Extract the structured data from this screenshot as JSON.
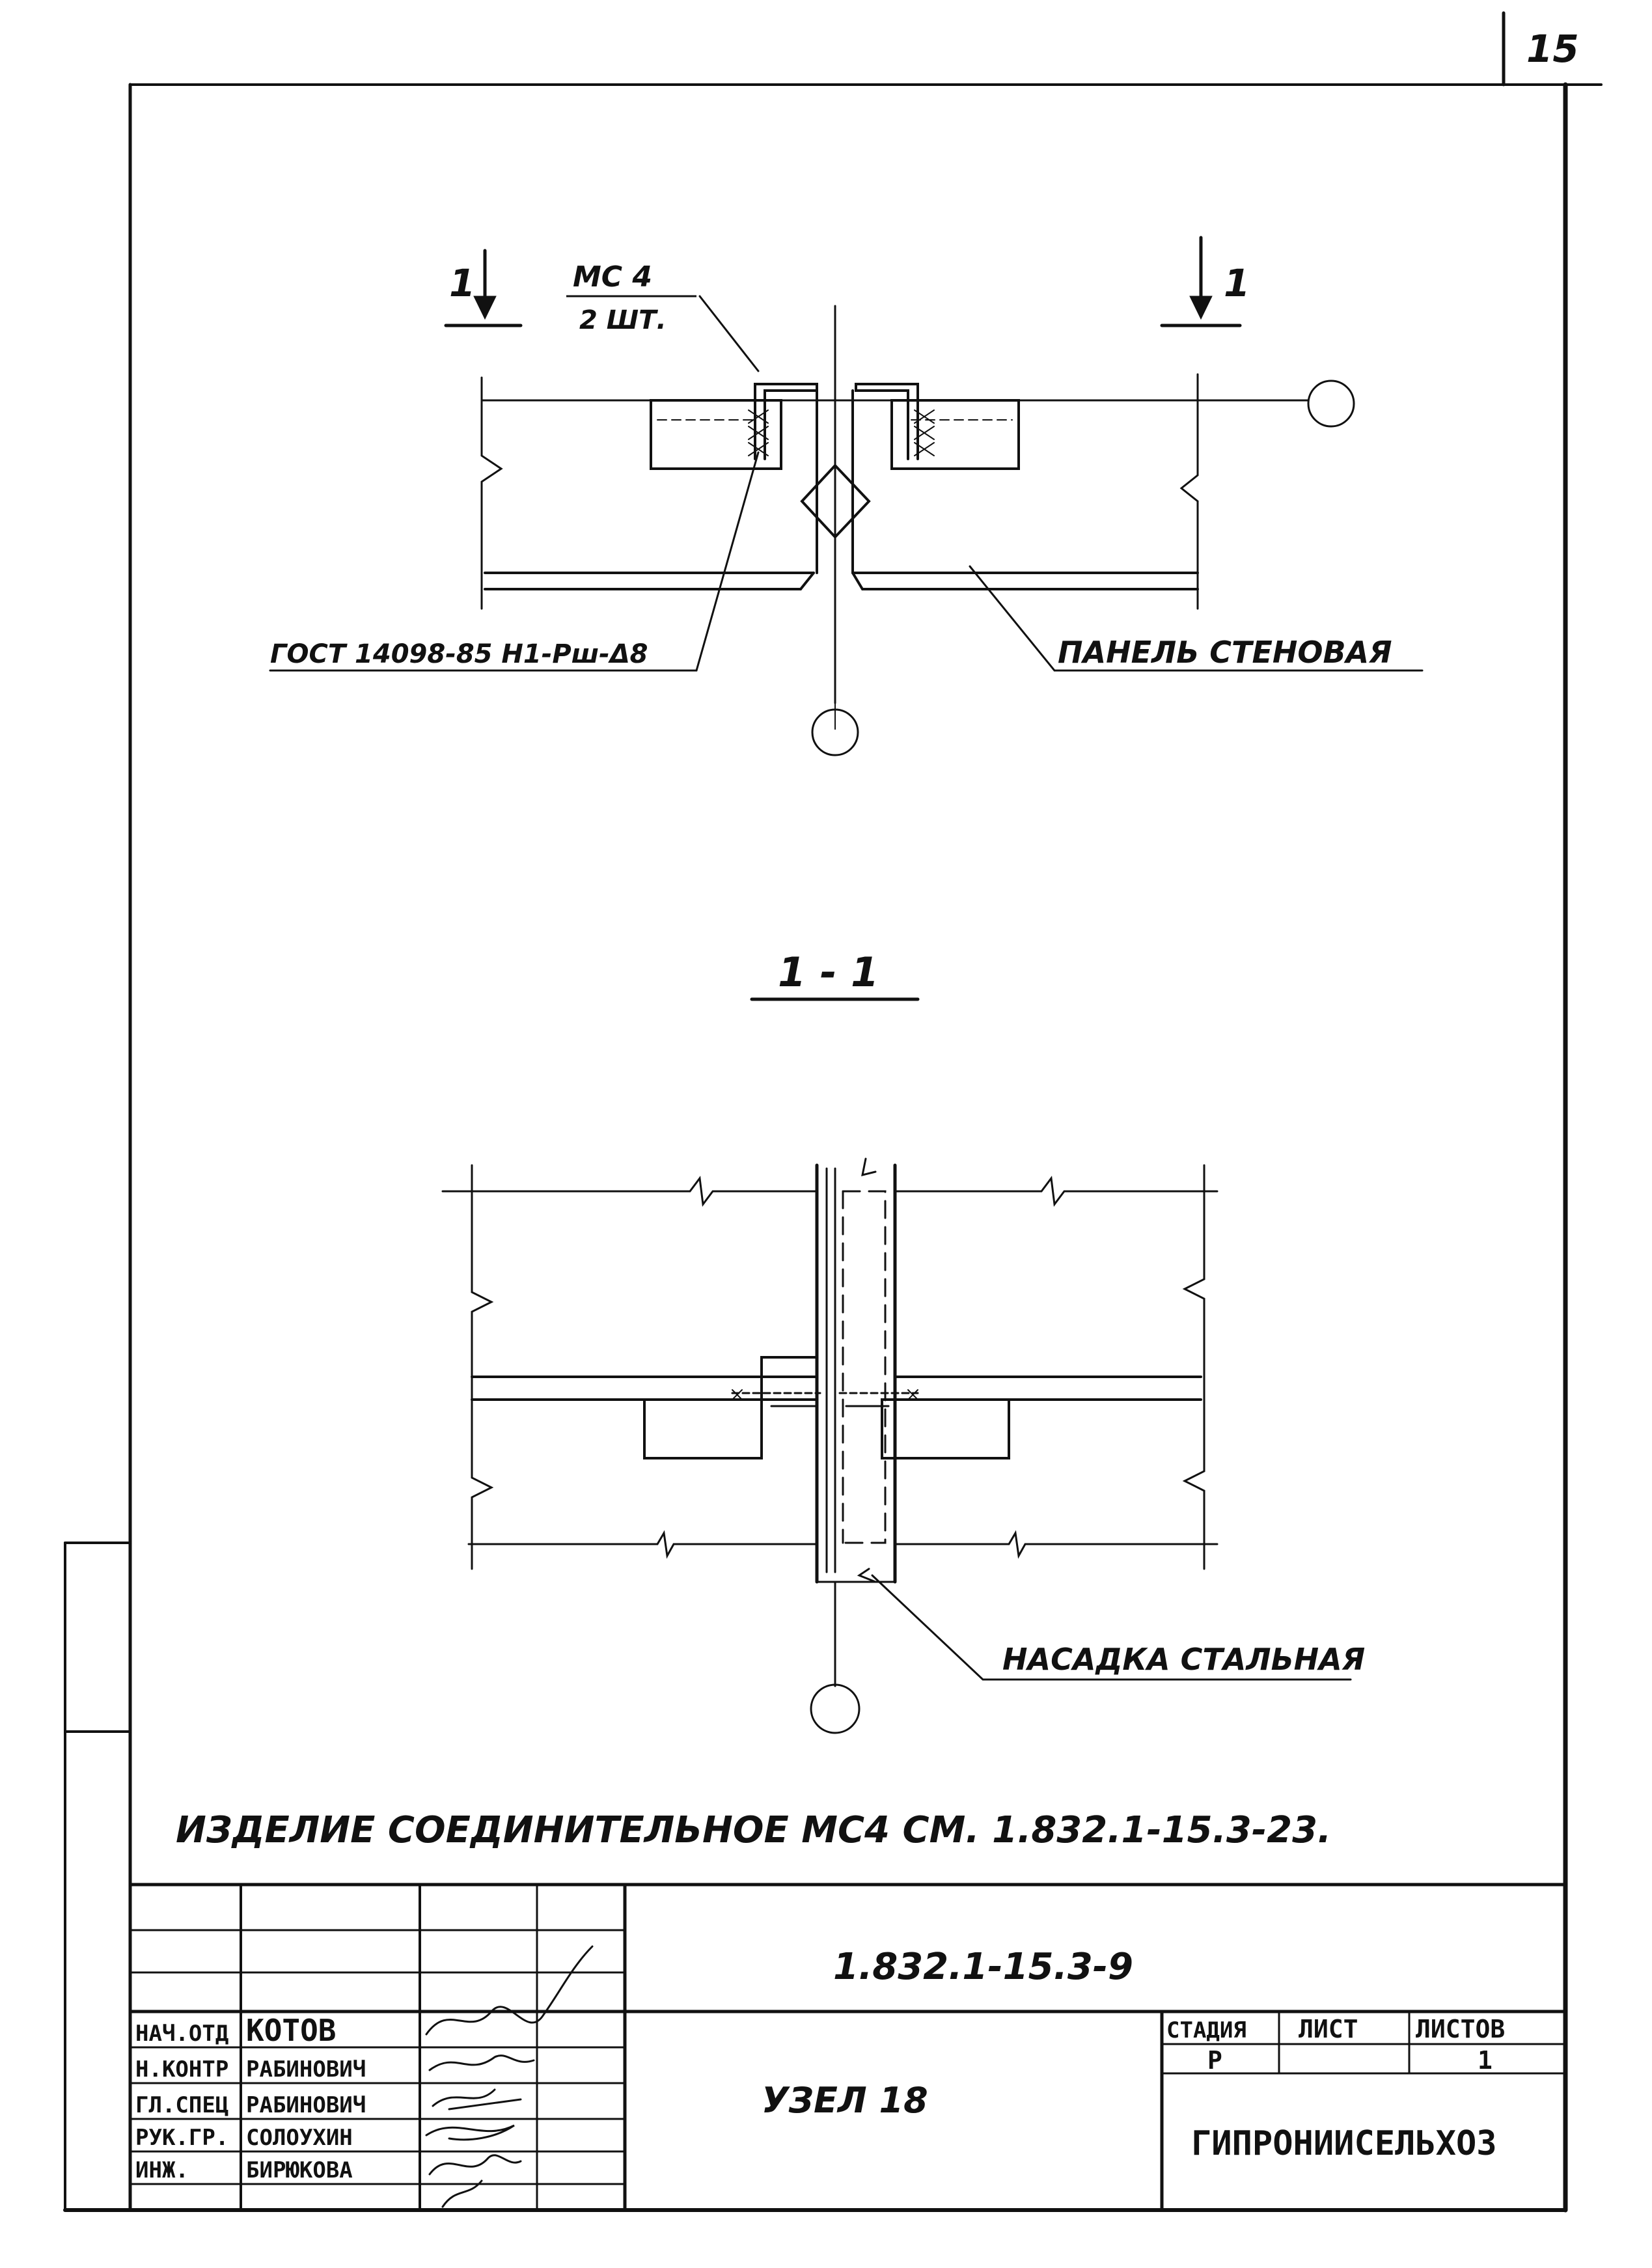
{
  "sheet_number": "15",
  "plan": {
    "section_mark_left": "1",
    "section_mark_right": "1",
    "connector_label": "МС 4",
    "connector_qty": "2 ШТ.",
    "gost_label": "ГОСТ 14098-85 Н1-Рш-Δ8",
    "panel_label": "ПАНЕЛЬ СТЕНОВАЯ"
  },
  "section": {
    "title": "1 - 1",
    "nozzle_label": "НАСАДКА СТАЛЬНАЯ"
  },
  "note": "ИЗДЕЛИЕ СОЕДИНИТЕЛЬНОЕ МС4 СМ. 1.832.1-15.3-23.",
  "title_block": {
    "document_code": "1.832.1-15.3-9",
    "drawing_title": "УЗЕЛ 18",
    "roles": [
      {
        "role": "НАЧ.ОТД",
        "name": "КОТОВ"
      },
      {
        "role": "Н.КОНТР",
        "name": "РАБИНОВИЧ"
      },
      {
        "role": "ГЛ.СПЕЦ",
        "name": "РАБИНОВИЧ"
      },
      {
        "role": "РУК.ГР.",
        "name": "СОЛОУХИН"
      },
      {
        "role": "ИНЖ.",
        "name": "БИРЮКОВА"
      }
    ],
    "stage_header": "СТАДИЯ",
    "sheet_header": "ЛИСТ",
    "sheets_header": "ЛИСТОВ",
    "stage_value": "Р",
    "sheet_value": "",
    "sheets_value": "1",
    "organization": "ГИПРОНИИСЕЛЬХОЗ"
  }
}
